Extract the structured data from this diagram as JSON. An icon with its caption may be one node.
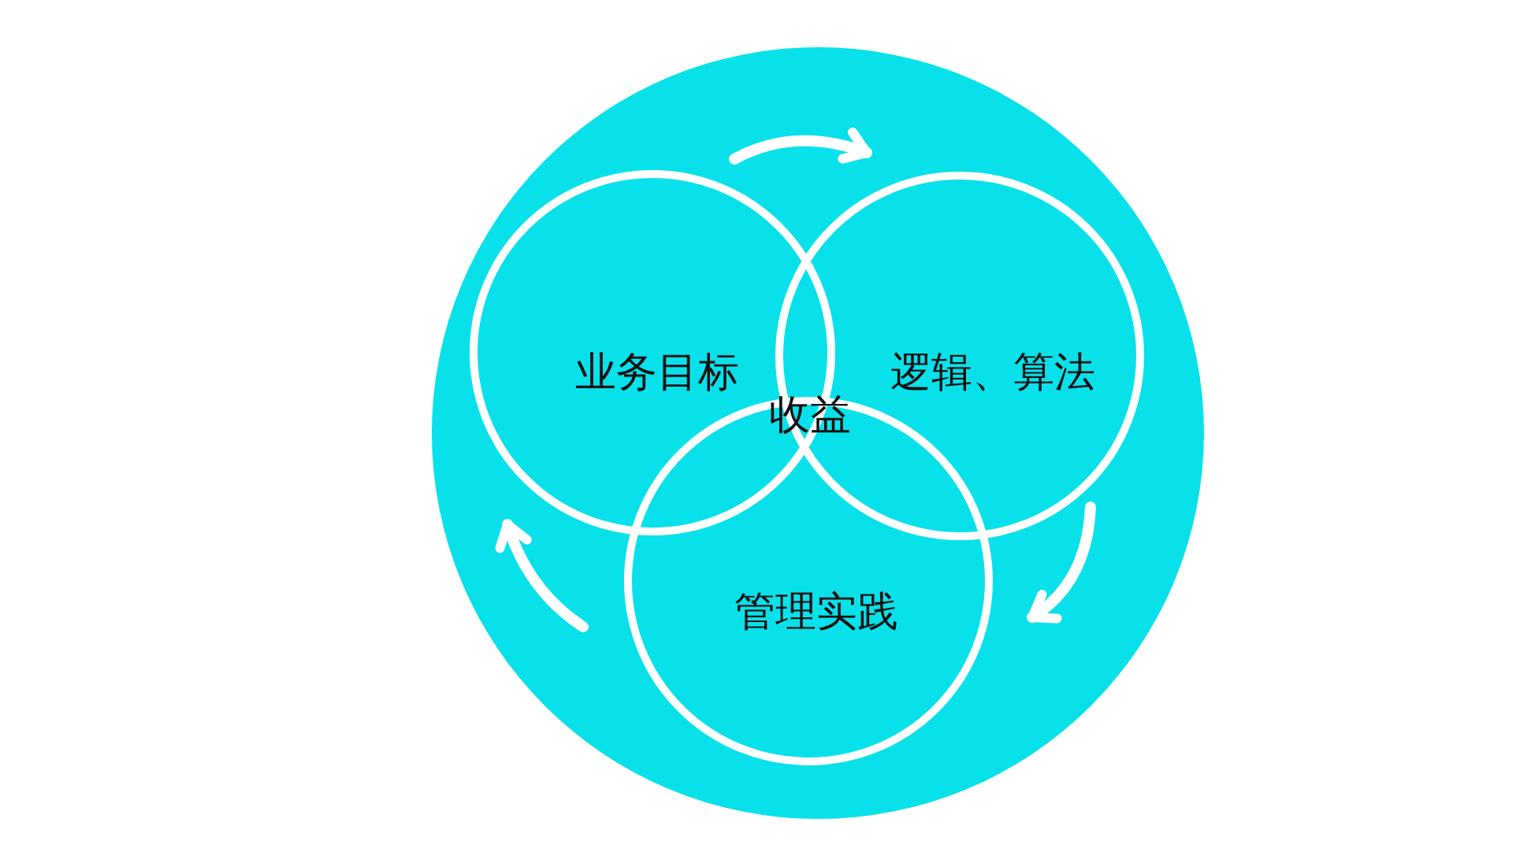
{
  "diagram": {
    "nodes": [
      {
        "text": [],
        "shape": "circle"
      },
      {
        "text": [
          "业务目标"
        ],
        "in": 0
      },
      {
        "text": [
          "逻辑、算法"
        ],
        "in": 0
      },
      {
        "text": [
          "管理实践"
        ],
        "in": 0
      }
    ],
    "edges": [
      {
        "from": 1,
        "to": 2,
        "arrow": "to"
      },
      {
        "from": 2,
        "to": 3,
        "arrow": "to"
      },
      {
        "from": 3,
        "to": 1,
        "arrow": "to"
      }
    ],
    "labels": [
      "收益"
    ]
  }
}
